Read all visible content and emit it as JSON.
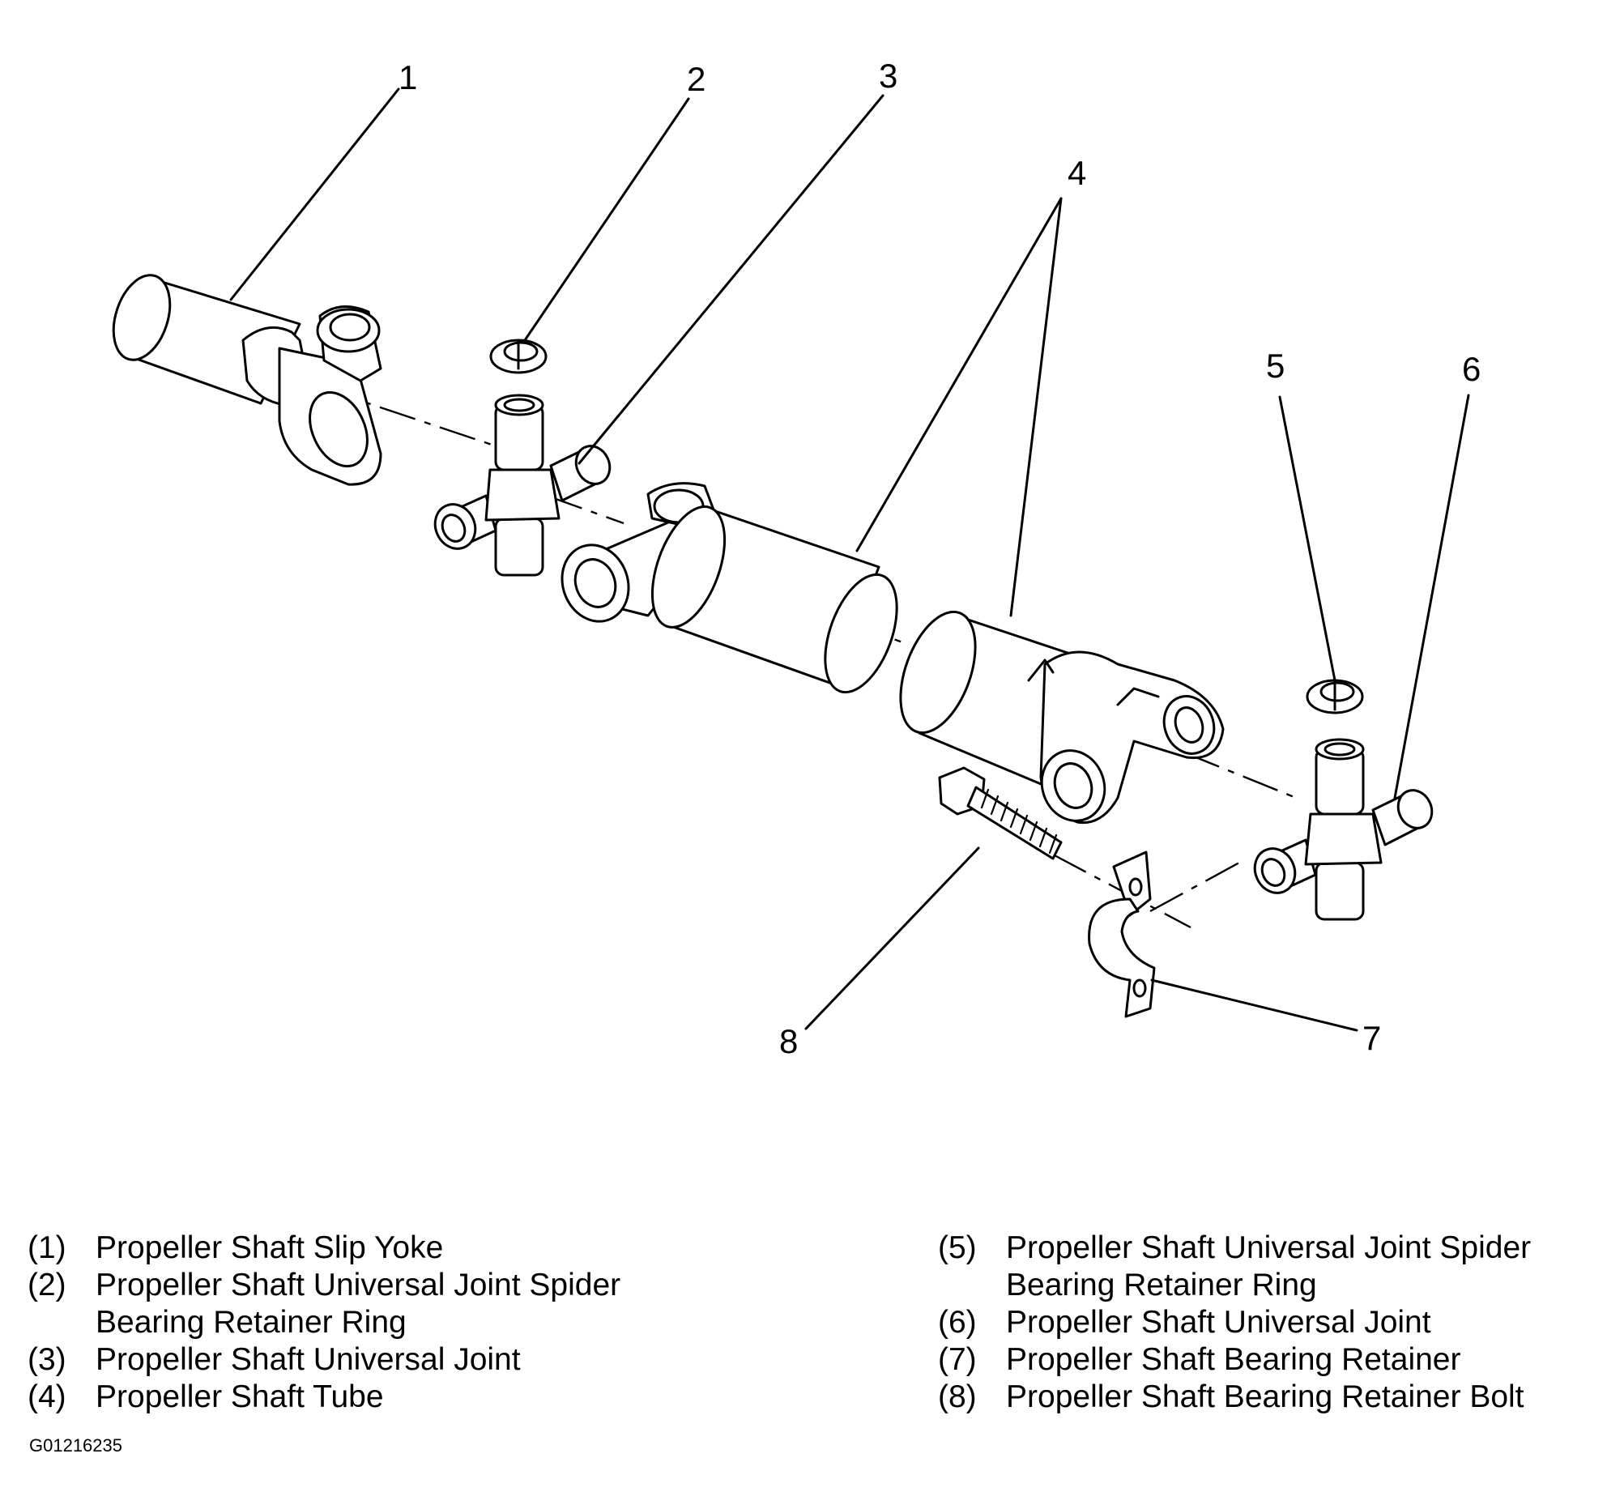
{
  "diagram": {
    "callouts": [
      "1",
      "2",
      "3",
      "4",
      "5",
      "6",
      "7",
      "8"
    ]
  },
  "legend": {
    "left": [
      {
        "num": "(1)",
        "text": "Propeller Shaft Slip Yoke"
      },
      {
        "num": "(2)",
        "text": "Propeller Shaft Universal Joint Spider\nBearing Retainer Ring"
      },
      {
        "num": "(3)",
        "text": "Propeller Shaft Universal Joint"
      },
      {
        "num": "(4)",
        "text": "Propeller Shaft Tube"
      }
    ],
    "right": [
      {
        "num": "(5)",
        "text": "Propeller Shaft Universal Joint Spider\nBearing Retainer Ring"
      },
      {
        "num": "(6)",
        "text": "Propeller Shaft Universal Joint"
      },
      {
        "num": "(7)",
        "text": "Propeller Shaft Bearing Retainer"
      },
      {
        "num": "(8)",
        "text": "Propeller Shaft Bearing Retainer Bolt"
      }
    ]
  },
  "figure_id": "G01216235"
}
